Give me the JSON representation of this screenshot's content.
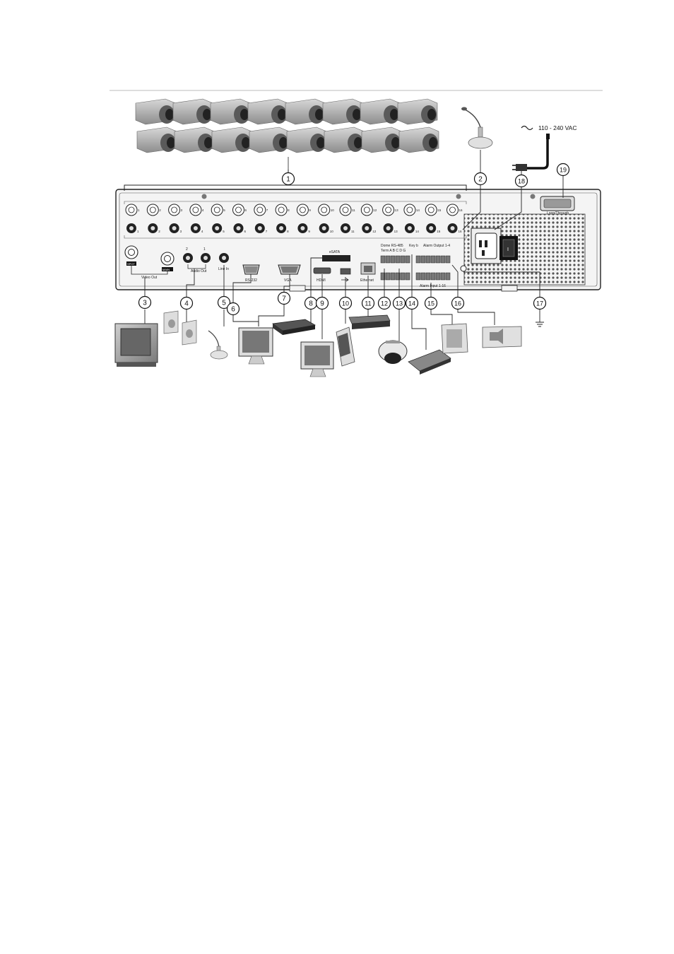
{
  "power": {
    "label": "110 - 240 VAC"
  },
  "panel": {
    "loop_through_label": "Loop/Through",
    "video_out_label": "Video Out",
    "spot_label": "SPOT",
    "main_label": "MAIN",
    "audio_out_label": "Audio Out",
    "audio_in_label": "Line In",
    "rs232_label": "RS-232",
    "vga_label": "VGA",
    "hdmi_label": "HDMI",
    "esata_label": "eSATA",
    "ethernet_label": "Ethernet",
    "dome_rs485_label": "Dome RS-485",
    "term_label": "Term A B C D G",
    "keyboard_label": "Key b",
    "alarm_output_label": "Alarm Output 1-4",
    "alarm_input_label": "Alarm Input 1-16"
  },
  "callouts": [
    "1",
    "2",
    "3",
    "4",
    "5",
    "6",
    "7",
    "8",
    "9",
    "10",
    "11",
    "12",
    "13",
    "14",
    "15",
    "16",
    "17",
    "18",
    "19"
  ],
  "colors": {
    "panel_fill": "#f4f4f4",
    "line": "#222222",
    "camera_gray": "#9a9a9a"
  }
}
